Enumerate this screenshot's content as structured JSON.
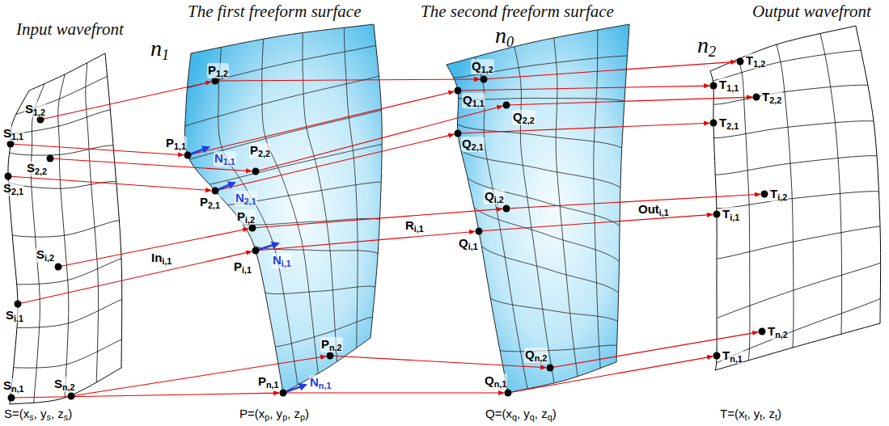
{
  "diagram": {
    "nodes": [
      {
        "text": [
          "Input wavefront"
        ]
      },
      {
        "text": [
          "The first freeform surface"
        ]
      },
      {
        "text": [
          "The second freeform surface"
        ]
      },
      {
        "text": [
          "Output wavefront"
        ]
      }
    ],
    "labels": [
      "n1",
      "n0",
      "n2",
      "S1,2",
      "S1,1",
      "S2,2",
      "S2,1",
      "Si,2",
      "Si,1",
      "Sn,2",
      "Sn,1",
      "P1,2",
      "P1,1",
      "N1,1",
      "P2,2",
      "P2,1",
      "N2,1",
      "Pi,2",
      "Pi,1",
      "Ni,1",
      "Pn,2",
      "Pn,1",
      "Nn,1",
      "Q1,2",
      "Q1,1",
      "Q2,2",
      "Q2,1",
      "Qi,2",
      "Qi,1",
      "Qn,2",
      "Qn,1",
      "T1,2",
      "T1,1",
      "T2,2",
      "T2,1",
      "Ti,2",
      "Ti,1",
      "Tn,2",
      "Tn,1",
      "Ini,1",
      "Ri,1",
      "Outi,1",
      "S=(xs, ys, zs)",
      "P=(xp, yp, zp)",
      "Q=(xq, yq, zq)",
      "T=(xt, yt, zt)"
    ]
  }
}
